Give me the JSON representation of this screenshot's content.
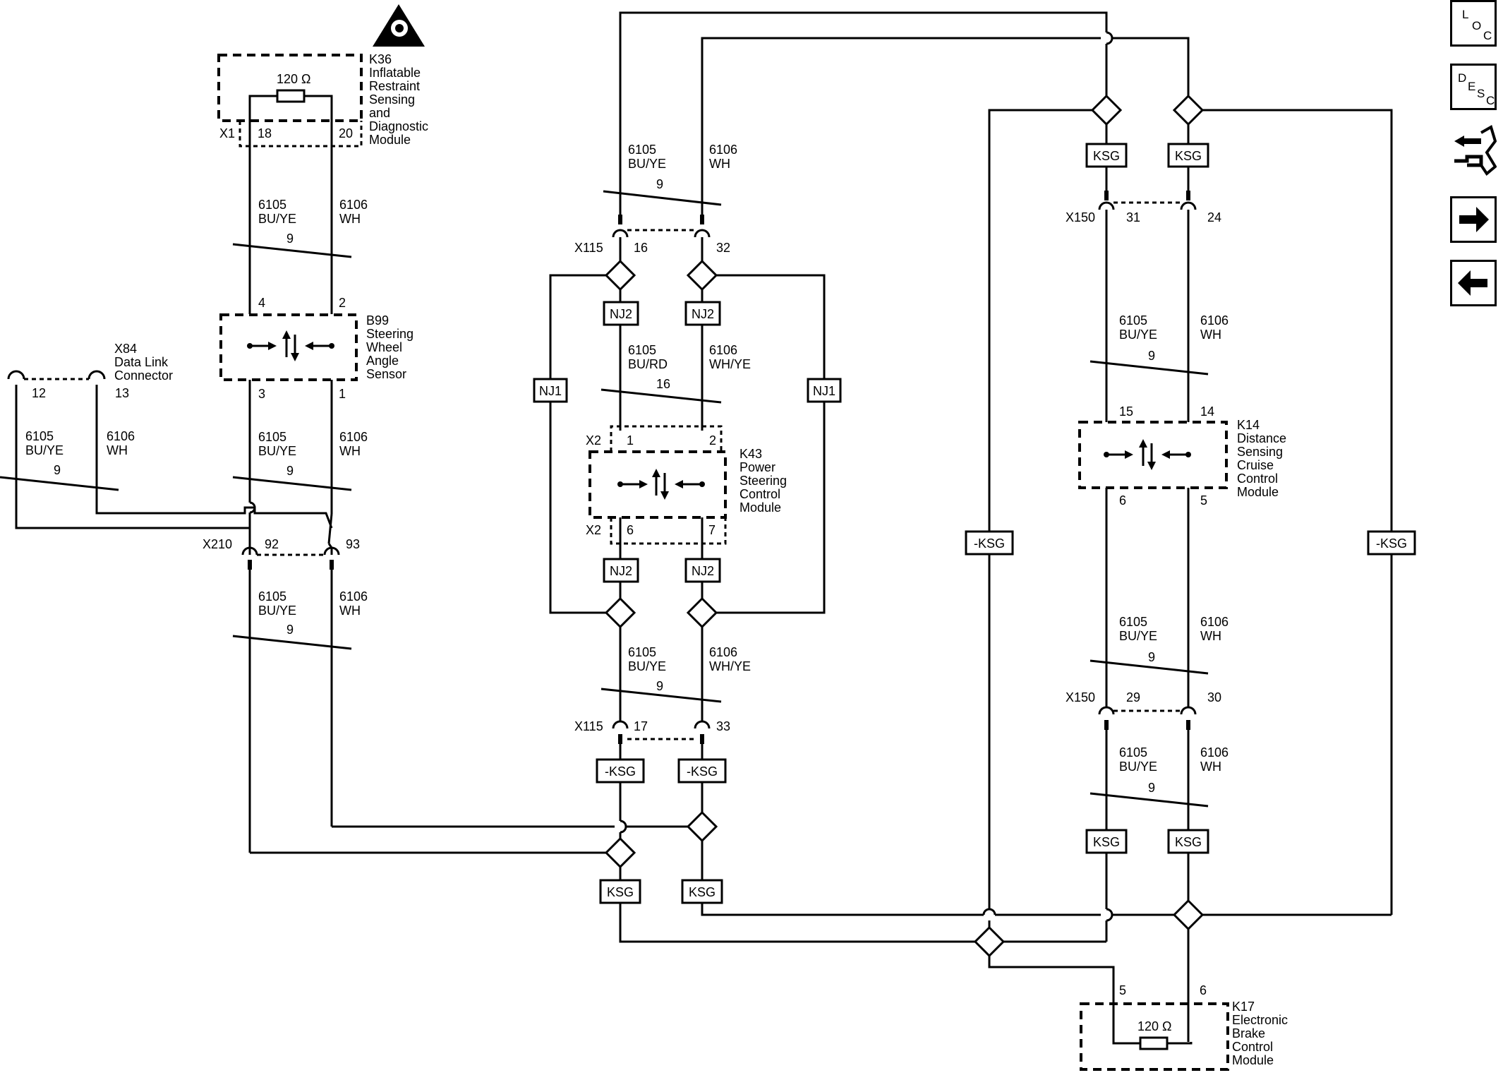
{
  "nav": {
    "loc": [
      "L",
      "O",
      "C"
    ],
    "desc": [
      "D",
      "E",
      "S",
      "C"
    ]
  },
  "k36": {
    "name": "K36",
    "desc": [
      "Inflatable",
      "Restraint",
      "Sensing",
      "and",
      "Diagnostic",
      "Module"
    ],
    "resistor": "120 Ω",
    "conn": "X1",
    "pins": [
      "18",
      "20"
    ]
  },
  "b99": {
    "name": "B99",
    "desc": [
      "Steering",
      "Wheel",
      "Angle",
      "Sensor"
    ],
    "pins": [
      "4",
      "2",
      "3",
      "1"
    ]
  },
  "x84": {
    "name": "X84",
    "desc": [
      "Data Link",
      "Connector"
    ],
    "pins": [
      "12",
      "13"
    ]
  },
  "x210": {
    "conn": "X210",
    "pins": [
      "92",
      "93"
    ]
  },
  "k43": {
    "name": "K43",
    "desc": [
      "Power",
      "Steering",
      "Control",
      "Module"
    ],
    "conn_top": "X2",
    "conn_bot": "X2",
    "pins": [
      "1",
      "2",
      "6",
      "7"
    ]
  },
  "x115_top": {
    "conn": "X115",
    "pins": [
      "16",
      "32"
    ]
  },
  "x115_bot": {
    "conn": "X115",
    "pins": [
      "17",
      "33"
    ]
  },
  "k14": {
    "name": "K14",
    "desc": [
      "Distance",
      "Sensing",
      "Cruise",
      "Control",
      "Module"
    ],
    "pins": [
      "15",
      "14",
      "6",
      "5"
    ]
  },
  "x150_top": {
    "conn": "X150",
    "pins": [
      "31",
      "24"
    ]
  },
  "x150_bot": {
    "conn": "X150",
    "pins": [
      "29",
      "30"
    ]
  },
  "k17": {
    "name": "K17",
    "desc": [
      "Electronic",
      "Brake",
      "Control",
      "Module"
    ],
    "resistor": "120 Ω",
    "pins": [
      "5",
      "6"
    ]
  },
  "wires": {
    "ckt_lo": "6105",
    "ckt_hi": "6106",
    "bu_ye": "BU/YE",
    "bu_rd": "BU/RD",
    "wh": "WH",
    "wh_ye": "WH/YE",
    "twist_9": "9",
    "twist_16": "16"
  },
  "tags": {
    "ksg": "KSG",
    "neg_ksg": "-KSG",
    "nj1": "NJ1",
    "nj2": "NJ2"
  }
}
